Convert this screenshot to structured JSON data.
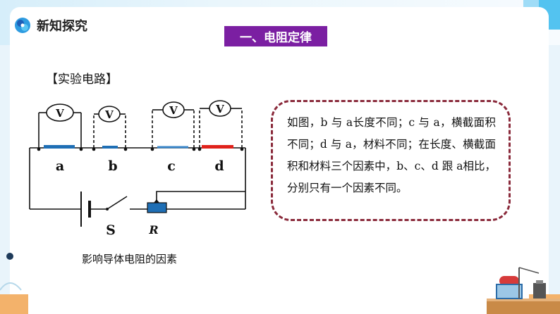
{
  "header": {
    "brand_title": "新知探究",
    "section_title": "一、电阻定律"
  },
  "experiment": {
    "heading": "【实验电路】",
    "caption": "影响导体电阻的因素",
    "meter_symbol": "V",
    "segment_labels": [
      "a",
      "b",
      "c",
      "d"
    ],
    "switch_label": "S",
    "rheostat_label": "R",
    "segment_colors": [
      "#1f6fb5",
      "#1f6fb5",
      "#3a86c9",
      "#e0221b"
    ]
  },
  "note": {
    "text": "如图，b 与 a长度不同；c 与 a，横截面积不同；d 与 a，材料不同；在长度、横截面积和材料三个因素中，b、c、d 跟 a相比，分别只有一个因素不同。"
  },
  "colors": {
    "accent_purple": "#7b1fa2",
    "dash_border": "#8a2a3b"
  }
}
